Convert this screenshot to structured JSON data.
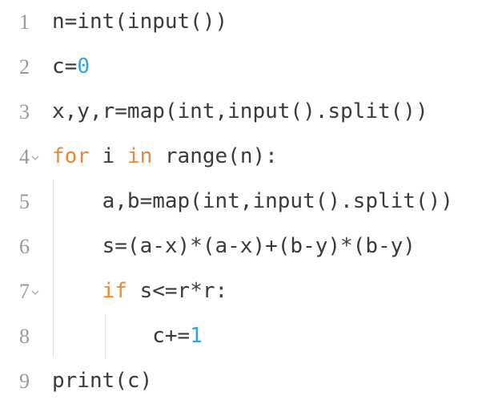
{
  "editor": {
    "lines": [
      {
        "num": "1",
        "code": "n=int(input())"
      },
      {
        "num": "2",
        "code_a": "c=",
        "code_num": "0"
      },
      {
        "num": "3",
        "code": "x,y,r=map(int,input().split())"
      },
      {
        "num": "4",
        "kw1": "for",
        "mid": " i ",
        "kw2": "in",
        "rest": " range(n):",
        "foldable": true
      },
      {
        "num": "5",
        "code": "    a,b=map(int,input().split())"
      },
      {
        "num": "6",
        "code": "    s=(a-x)*(a-x)+(b-y)*(b-y)"
      },
      {
        "num": "7",
        "indent": "    ",
        "kw": "if",
        "rest": " s<=r*r:",
        "foldable": true
      },
      {
        "num": "8",
        "code_a": "        c+=",
        "code_num": "1"
      },
      {
        "num": "9",
        "code": "print(c)"
      }
    ],
    "colors": {
      "keyword": "#f0862f",
      "number": "#2ea3e6",
      "text": "#3a3a3a",
      "line_number": "#9a9a9a"
    },
    "fold_icon": "chevron-down-icon"
  }
}
